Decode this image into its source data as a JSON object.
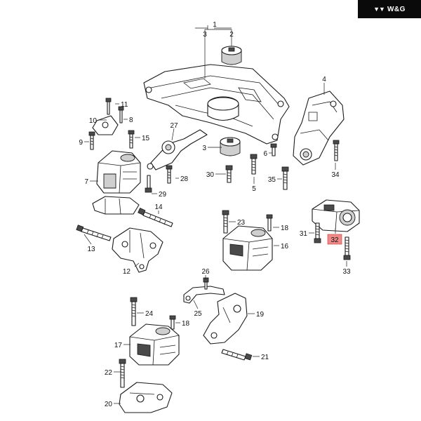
{
  "brand": {
    "text": "W&G"
  },
  "colors": {
    "highlight": "#f08a8a",
    "ink": "#1a1a1a"
  },
  "callouts": {
    "c1": "1",
    "c2": "2",
    "c3": "3",
    "c3b": "3",
    "c4": "4",
    "c5": "5",
    "c6": "6",
    "c7": "7",
    "c8": "8",
    "c9": "9",
    "c10": "10",
    "c11": "11",
    "c12": "12",
    "c13": "13",
    "c14": "14",
    "c15": "15",
    "c16": "16",
    "c17": "17",
    "c18": "18",
    "c19": "19",
    "c20": "20",
    "c21": "21",
    "c22": "22",
    "c23": "23",
    "c24": "24",
    "c25": "25",
    "c26": "26",
    "c27": "27",
    "c28": "28",
    "c29": "29",
    "c30": "30",
    "c31": "31",
    "c32": "32",
    "c33": "33",
    "c34": "34",
    "c35": "35"
  },
  "highlighted_callout": "32"
}
